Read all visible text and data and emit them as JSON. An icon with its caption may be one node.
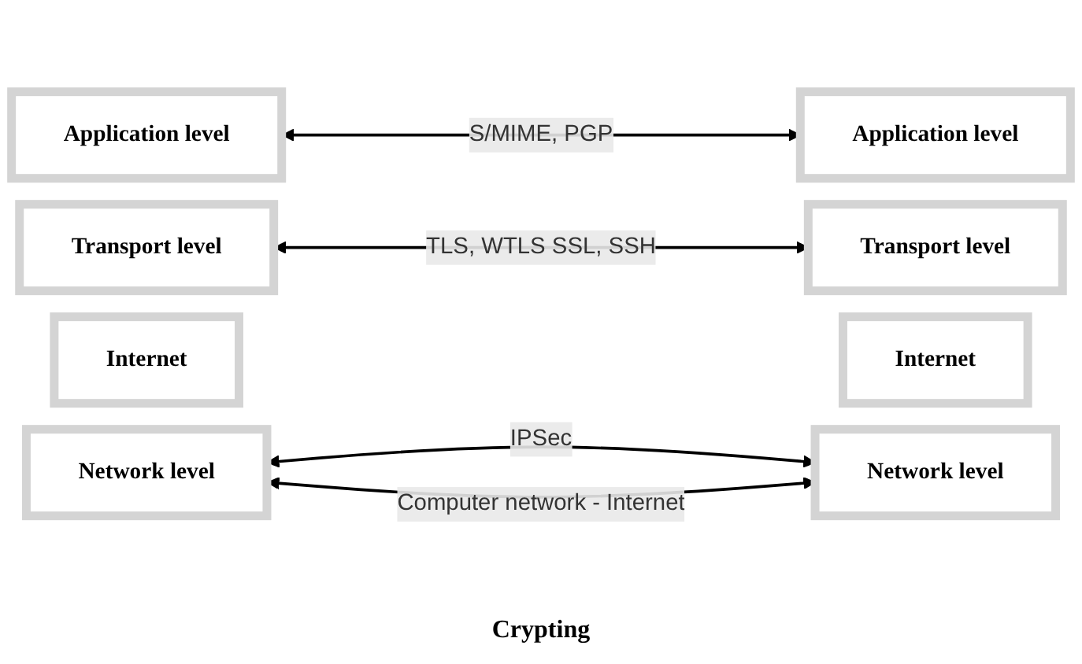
{
  "diagram": {
    "nodes": [
      {
        "text": [
          "Application level"
        ]
      },
      {
        "text": [
          "Transport level"
        ]
      },
      {
        "text": [
          "Internet"
        ]
      },
      {
        "text": [
          "Network level"
        ]
      },
      {
        "text": [
          "Application level"
        ]
      },
      {
        "text": [
          "Transport level"
        ]
      },
      {
        "text": [
          "Internet"
        ]
      },
      {
        "text": [
          "Network level"
        ]
      }
    ],
    "edges": [
      {
        "from": 0,
        "to": 4,
        "arrow": "both",
        "label": "S/MIME, PGP"
      },
      {
        "from": 1,
        "to": 5,
        "arrow": "both",
        "label": "TLS, WTLS SSL, SSH"
      },
      {
        "from": 3,
        "to": 7,
        "arrow": "both",
        "label": "IPSec"
      },
      {
        "from": 3,
        "to": 7,
        "arrow": "both",
        "label": "Computer network - Internet"
      }
    ],
    "labels": [
      "Crypting"
    ]
  }
}
